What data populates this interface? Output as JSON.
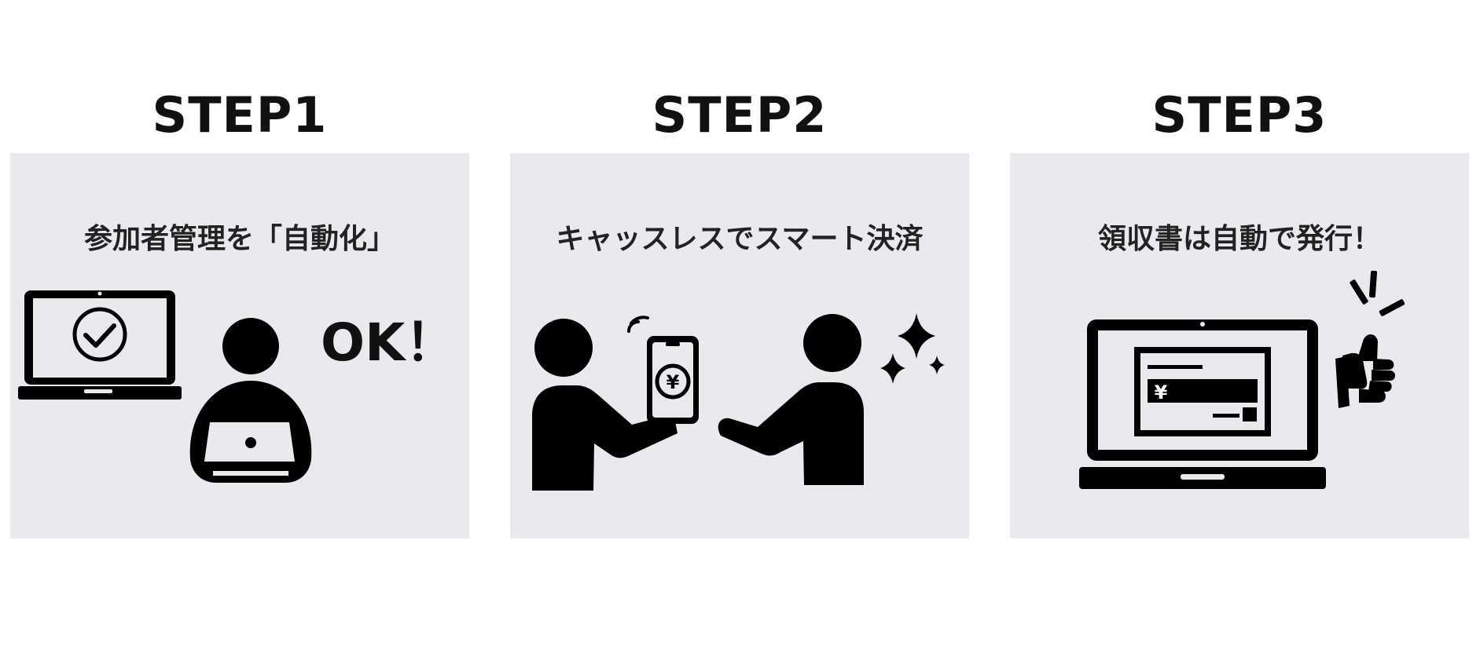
{
  "steps": [
    {
      "title": "STEP1",
      "caption": "参加者管理を「自動化」",
      "exclaim": "OK！",
      "icons": [
        "laptop-check-icon",
        "person-with-laptop-icon"
      ]
    },
    {
      "title": "STEP2",
      "caption": "キャッスレスでスマート決済",
      "currency_symbol": "¥",
      "icons": [
        "person-holding-phone-icon",
        "smartphone-yen-icon",
        "person-receiving-icon",
        "sparkle-icon"
      ]
    },
    {
      "title": "STEP3",
      "caption": "領収書は自動で発行！",
      "currency_symbol": "¥",
      "icons": [
        "laptop-receipt-icon",
        "thumbs-up-icon"
      ]
    }
  ],
  "colors": {
    "panel_background": "#e9eaee",
    "icon": "#000000",
    "text": "#111111"
  }
}
